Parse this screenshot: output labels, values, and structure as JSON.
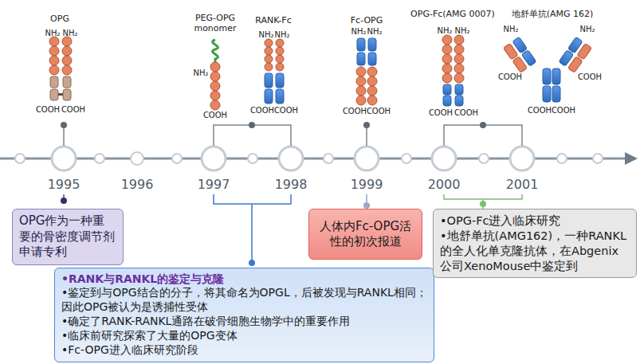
{
  "diagram": {
    "nodes": [
      {
        "text": [
          "OPG作为一种重要的骨密度调节剂申请专利"
        ]
      },
      {
        "text": [
          "•RANK与RANKL的鉴定与克隆",
          "•鉴定到与OPG结合的分子，将其命名为OPGL，后被发现与RANKL相同；因此OPG被认为是诱捕性受体",
          "•确定了RANK-RANKL通路在破骨细胞生物学中的重要作用",
          "•临床前研究探索了大量的OPG变体",
          "•Fc-OPG进入临床研究阶段"
        ]
      },
      {
        "text": [
          "人体内Fc-OPG活性的初次报道"
        ]
      },
      {
        "text": [
          "•OPG-Fc进入临床研究",
          "•地舒单抗(AMG162)，一种RANKL的全人化单克隆抗体，在Abgenix公司XenoMouse中鉴定到"
        ]
      }
    ],
    "labels": [
      "OPG",
      "NH₂",
      "NH₂",
      "COOH",
      "COOH",
      "PEG-OPG monomer",
      "NH₂",
      "COOH",
      "RANK-Fc",
      "NH₂",
      "NH₂",
      "COOH",
      "COOH",
      "Fc-OPG",
      "NH₂",
      "NH₂",
      "COOH",
      "COOH",
      "OPG-Fc(AMG 0007)",
      "NH₂",
      "NH₂",
      "COOH",
      "COOH",
      "地舒单抗(AMG 162)",
      "NH₂",
      "NH₂",
      "COOH",
      "COOH",
      "COOH",
      "COOH",
      "1995",
      "1996",
      "1997",
      "1998",
      "1999",
      "2000",
      "2001"
    ]
  }
}
